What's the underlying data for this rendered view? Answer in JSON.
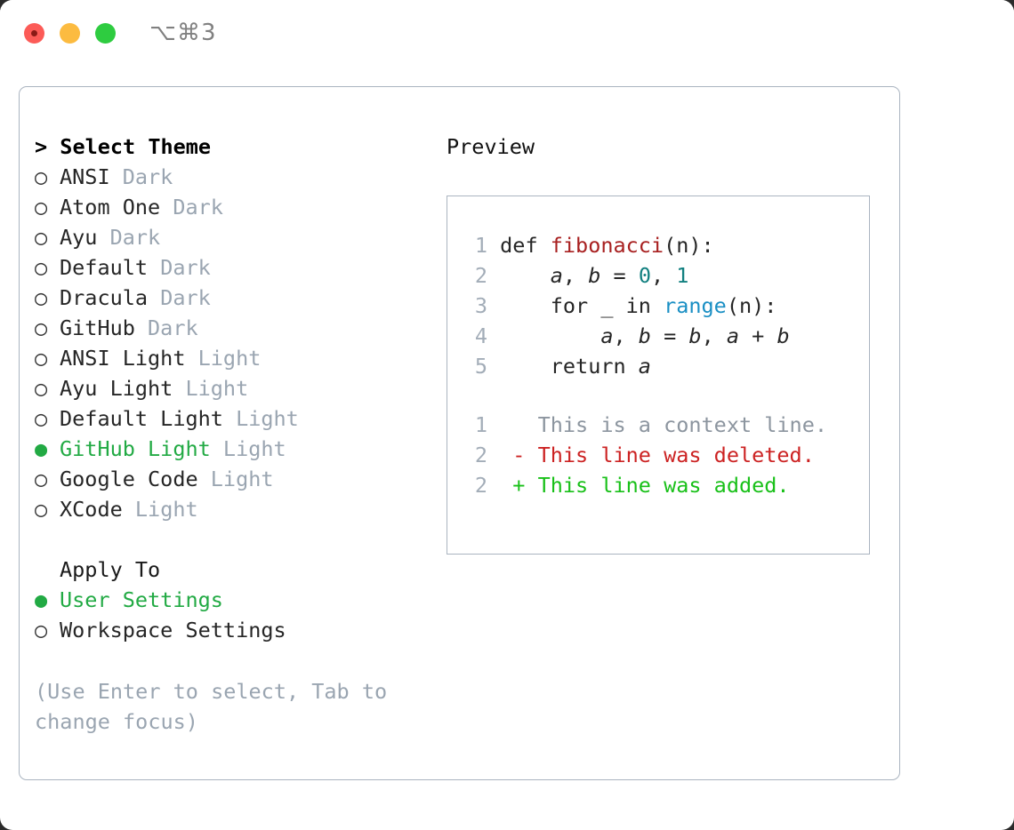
{
  "window": {
    "shortcut": "⌥⌘3",
    "traffic_lights": [
      "close",
      "minimize",
      "maximize"
    ]
  },
  "theme_selector": {
    "header": "> Select Theme",
    "bullet_off": "○",
    "bullet_on": "●",
    "items": [
      {
        "name": "ANSI",
        "tag": "Dark",
        "selected": false
      },
      {
        "name": "Atom One",
        "tag": "Dark",
        "selected": false
      },
      {
        "name": "Ayu",
        "tag": "Dark",
        "selected": false
      },
      {
        "name": "Default",
        "tag": "Dark",
        "selected": false
      },
      {
        "name": "Dracula",
        "tag": "Dark",
        "selected": false
      },
      {
        "name": "GitHub",
        "tag": "Dark",
        "selected": false
      },
      {
        "name": "ANSI Light",
        "tag": "Light",
        "selected": false
      },
      {
        "name": "Ayu Light",
        "tag": "Light",
        "selected": false
      },
      {
        "name": "Default Light",
        "tag": "Light",
        "selected": false
      },
      {
        "name": "GitHub Light",
        "tag": "Light",
        "selected": true
      },
      {
        "name": "Google Code",
        "tag": "Light",
        "selected": false
      },
      {
        "name": "XCode",
        "tag": "Light",
        "selected": false
      }
    ]
  },
  "apply_to": {
    "header": "Apply To",
    "items": [
      {
        "name": "User Settings",
        "selected": true
      },
      {
        "name": "Workspace Settings",
        "selected": false
      }
    ]
  },
  "hint": "(Use Enter to select, Tab to change focus)",
  "preview": {
    "title": "Preview",
    "code_lines": [
      {
        "num": "1",
        "segments": [
          {
            "text": "def ",
            "type": "kw"
          },
          {
            "text": "fibonacci",
            "type": "fn"
          },
          {
            "text": "(n):",
            "type": "kw"
          }
        ]
      },
      {
        "num": "2",
        "segments": [
          {
            "text": "    ",
            "type": "kw"
          },
          {
            "text": "a",
            "type": "var"
          },
          {
            "text": ", ",
            "type": "kw"
          },
          {
            "text": "b",
            "type": "var"
          },
          {
            "text": " = ",
            "type": "kw"
          },
          {
            "text": "0",
            "type": "num"
          },
          {
            "text": ", ",
            "type": "kw"
          },
          {
            "text": "1",
            "type": "num"
          }
        ]
      },
      {
        "num": "3",
        "segments": [
          {
            "text": "    for _ in ",
            "type": "kw"
          },
          {
            "text": "range",
            "type": "blt"
          },
          {
            "text": "(n):",
            "type": "kw"
          }
        ]
      },
      {
        "num": "4",
        "segments": [
          {
            "text": "        ",
            "type": "kw"
          },
          {
            "text": "a",
            "type": "var"
          },
          {
            "text": ", ",
            "type": "kw"
          },
          {
            "text": "b",
            "type": "var"
          },
          {
            "text": " = ",
            "type": "kw"
          },
          {
            "text": "b",
            "type": "var"
          },
          {
            "text": ", ",
            "type": "kw"
          },
          {
            "text": "a",
            "type": "var"
          },
          {
            "text": " + ",
            "type": "kw"
          },
          {
            "text": "b",
            "type": "var"
          }
        ]
      },
      {
        "num": "5",
        "segments": [
          {
            "text": "    return ",
            "type": "kw"
          },
          {
            "text": "a",
            "type": "var"
          }
        ]
      }
    ],
    "diff_lines": [
      {
        "num": "1",
        "marker": " ",
        "text": "This is a context line.",
        "kind": "ctx"
      },
      {
        "num": "2",
        "marker": "-",
        "text": "This line was deleted.",
        "kind": "del"
      },
      {
        "num": "2",
        "marker": "+",
        "text": "This line was added.",
        "kind": "add"
      }
    ]
  },
  "colors": {
    "accent_green": "#22aa44",
    "muted": "#9aa5b1",
    "border": "#aab4c0",
    "fn_red": "#a82020",
    "builtin_blue": "#1a8fc4",
    "number_teal": "#128080",
    "diff_del": "#cc2222",
    "diff_add": "#18c018",
    "diff_ctx": "#8c959f"
  }
}
